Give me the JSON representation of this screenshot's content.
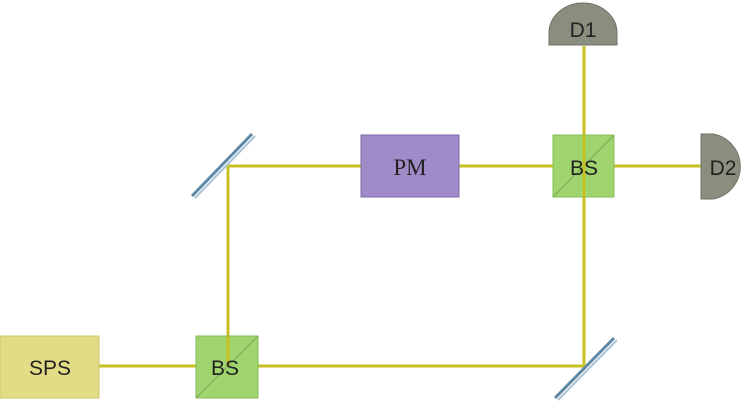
{
  "diagram": {
    "source_label": "SPS",
    "beamsplitter_1_label": "BS",
    "beamsplitter_2_label": "BS",
    "modulator_label": "PM",
    "detector_1_label": "D1",
    "detector_2_label": "D2"
  },
  "colors": {
    "beam": "#c8c022",
    "source_fill": "#e3dc86",
    "beamsplitter_fill": "#9fd46e",
    "modulator_fill": "#a08ac8",
    "detector_fill": "#8a8e7e",
    "mirror": "#6f96b0"
  }
}
